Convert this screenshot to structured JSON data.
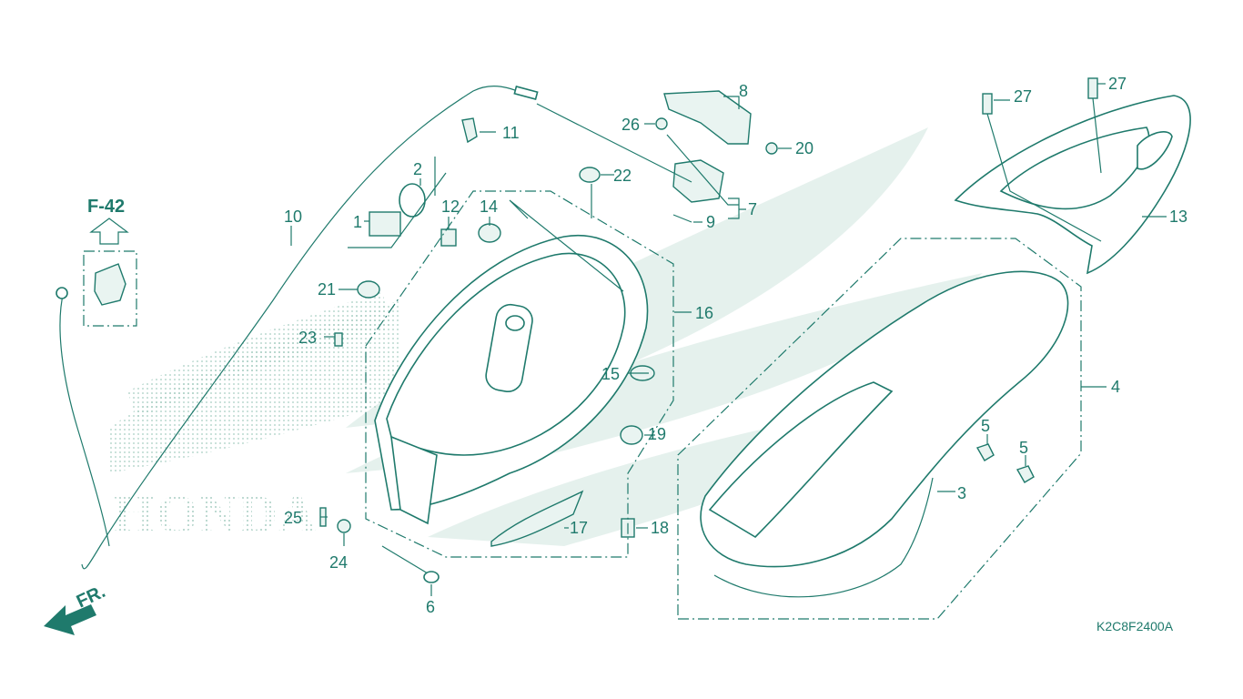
{
  "diagram_code": "K2C8F2400A",
  "reference": {
    "label": "F-42"
  },
  "front_label": "FR.",
  "watermark_text": "HONDA",
  "callouts": {
    "p1": "1",
    "p2": "2",
    "p3": "3",
    "p4": "4",
    "p5a": "5",
    "p5b": "5",
    "p6": "6",
    "p7": "7",
    "p8": "8",
    "p9": "9",
    "p10": "10",
    "p11": "11",
    "p12": "12",
    "p13": "13",
    "p14": "14",
    "p15": "15",
    "p16": "16",
    "p17": "17",
    "p18": "18",
    "p19": "19",
    "p20": "20",
    "p21": "21",
    "p22": "22",
    "p23": "23",
    "p24": "24",
    "p25": "25",
    "p26": "26",
    "p27a": "27",
    "p27b": "27"
  },
  "colors": {
    "line": "#1f7a6c",
    "watermark": "#cfe6df"
  }
}
